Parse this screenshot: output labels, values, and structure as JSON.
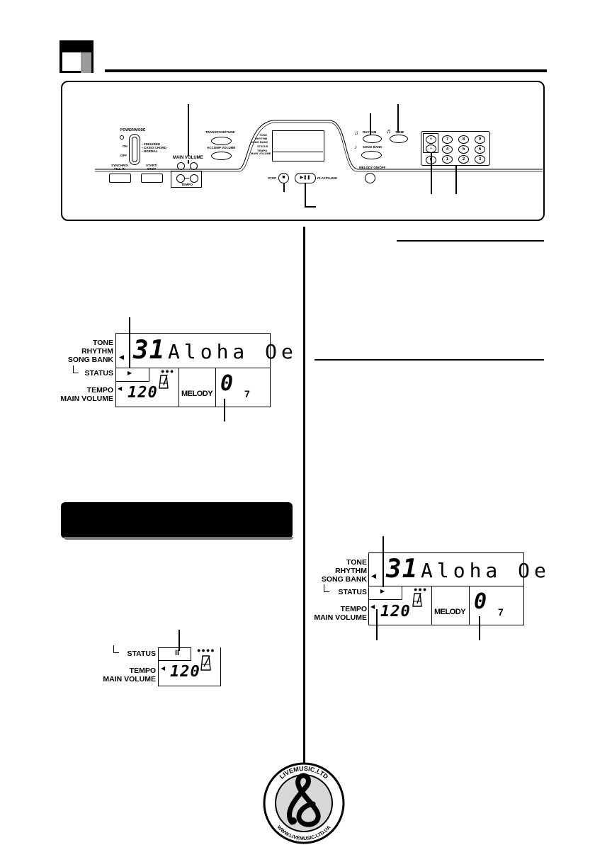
{
  "panel": {
    "power_mode": "POWER/MODE",
    "mode_options": [
      "• FINGERED",
      "• CASIO CHORD",
      "• NORMAL"
    ],
    "on_label": "ON",
    "off_label": "OFF",
    "main_volume": "MAIN VOLUME",
    "tempo": "TEMPO",
    "synchro_fill": "SYNCHRO/ FILL-IN",
    "start_stop": "START/ STOP",
    "transpose_tune": "TRANSPOSE/TUNE",
    "accomp_volume": "ACCOMP VOLUME",
    "display_labels": [
      "TONE",
      "RHYTHM",
      "SONG BANK",
      "STATUS",
      "TEMPO",
      "MAIN VOLUME"
    ],
    "stop": "STOP",
    "play_pause": "PLAY/PAUSE",
    "rhythm": "RHYTHM",
    "song_bank": "SONG BANK",
    "tone": "TONE",
    "melody_on_off": "MELODY ON/OFF",
    "keypad": [
      "7",
      "8",
      "9",
      "4",
      "5",
      "6",
      "1",
      "2",
      "3"
    ],
    "keypad_side": [
      "+",
      "−",
      "0"
    ]
  },
  "display1": {
    "labels": {
      "tone": "TONE",
      "rhythm": "RHYTHM",
      "song_bank": "SONG BANK",
      "status": "STATUS",
      "tempo": "TEMPO",
      "main_volume": "MAIN VOLUME"
    },
    "song_number": "31",
    "song_name": "Aloha Oe",
    "tempo_value": "120",
    "melody": "MELODY",
    "measure": "0",
    "beat": "7"
  },
  "display2": {
    "labels": {
      "status": "STATUS",
      "tempo": "TEMPO",
      "main_volume": "MAIN VOLUME"
    },
    "pause_symbol": "II",
    "tempo_value": "120"
  },
  "display3": {
    "labels": {
      "tone": "TONE",
      "rhythm": "RHYTHM",
      "song_bank": "SONG BANK",
      "status": "STATUS",
      "tempo": "TEMPO",
      "main_volume": "MAIN VOLUME"
    },
    "song_number": "31",
    "song_name": "Aloha Oe",
    "tempo_value": "120",
    "melody": "MELODY",
    "measure": "0",
    "beat": "7"
  },
  "logo": {
    "top_text": "LIVEMUSIC.LTD",
    "bottom_text": "WWW.LIVEMUSIC.LTD.UA"
  }
}
